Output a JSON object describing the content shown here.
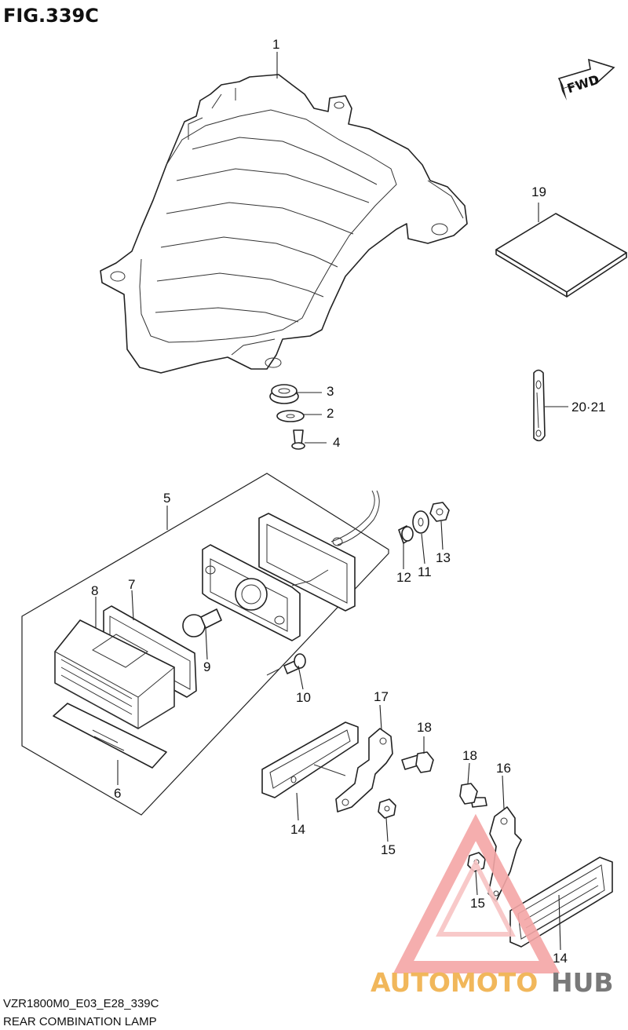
{
  "figure": {
    "title": "FIG.339C",
    "code": "VZR1800M0_E03_E28_339C",
    "name": "REAR COMBINATION LAMP"
  },
  "fwd_label": "FWD",
  "callouts": [
    "1",
    "2",
    "3",
    "4",
    "5",
    "6",
    "7",
    "8",
    "9",
    "10",
    "11",
    "12",
    "13",
    "14",
    "14",
    "15",
    "15",
    "16",
    "17",
    "18",
    "18",
    "19",
    "20·21"
  ],
  "watermark": {
    "part1": "AUTOMOTO",
    "part2": "HUB",
    "colors": {
      "primary": "#f4a6a6",
      "secondary": "#e8503a",
      "dark": "#6b6b6b"
    }
  }
}
